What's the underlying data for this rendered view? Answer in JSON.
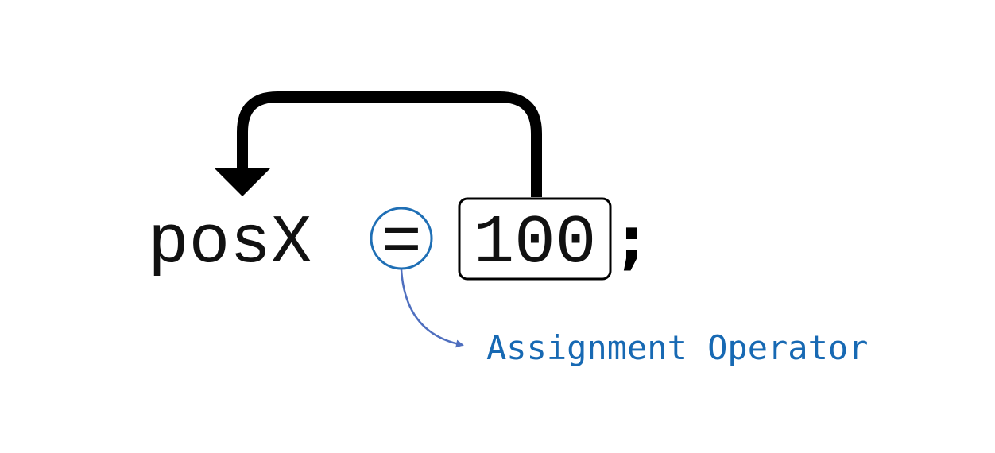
{
  "code": {
    "variable": "posX",
    "operator": "=",
    "value": "100",
    "terminator": ";"
  },
  "annotation": {
    "label": "Assignment Operator"
  },
  "colors": {
    "code_text": "#111111",
    "assignment_arrow": "#000000",
    "operator_highlight": "#1f6fb5",
    "annotation_arrow": "#4f6fbf",
    "annotation_text": "#1769b3"
  }
}
